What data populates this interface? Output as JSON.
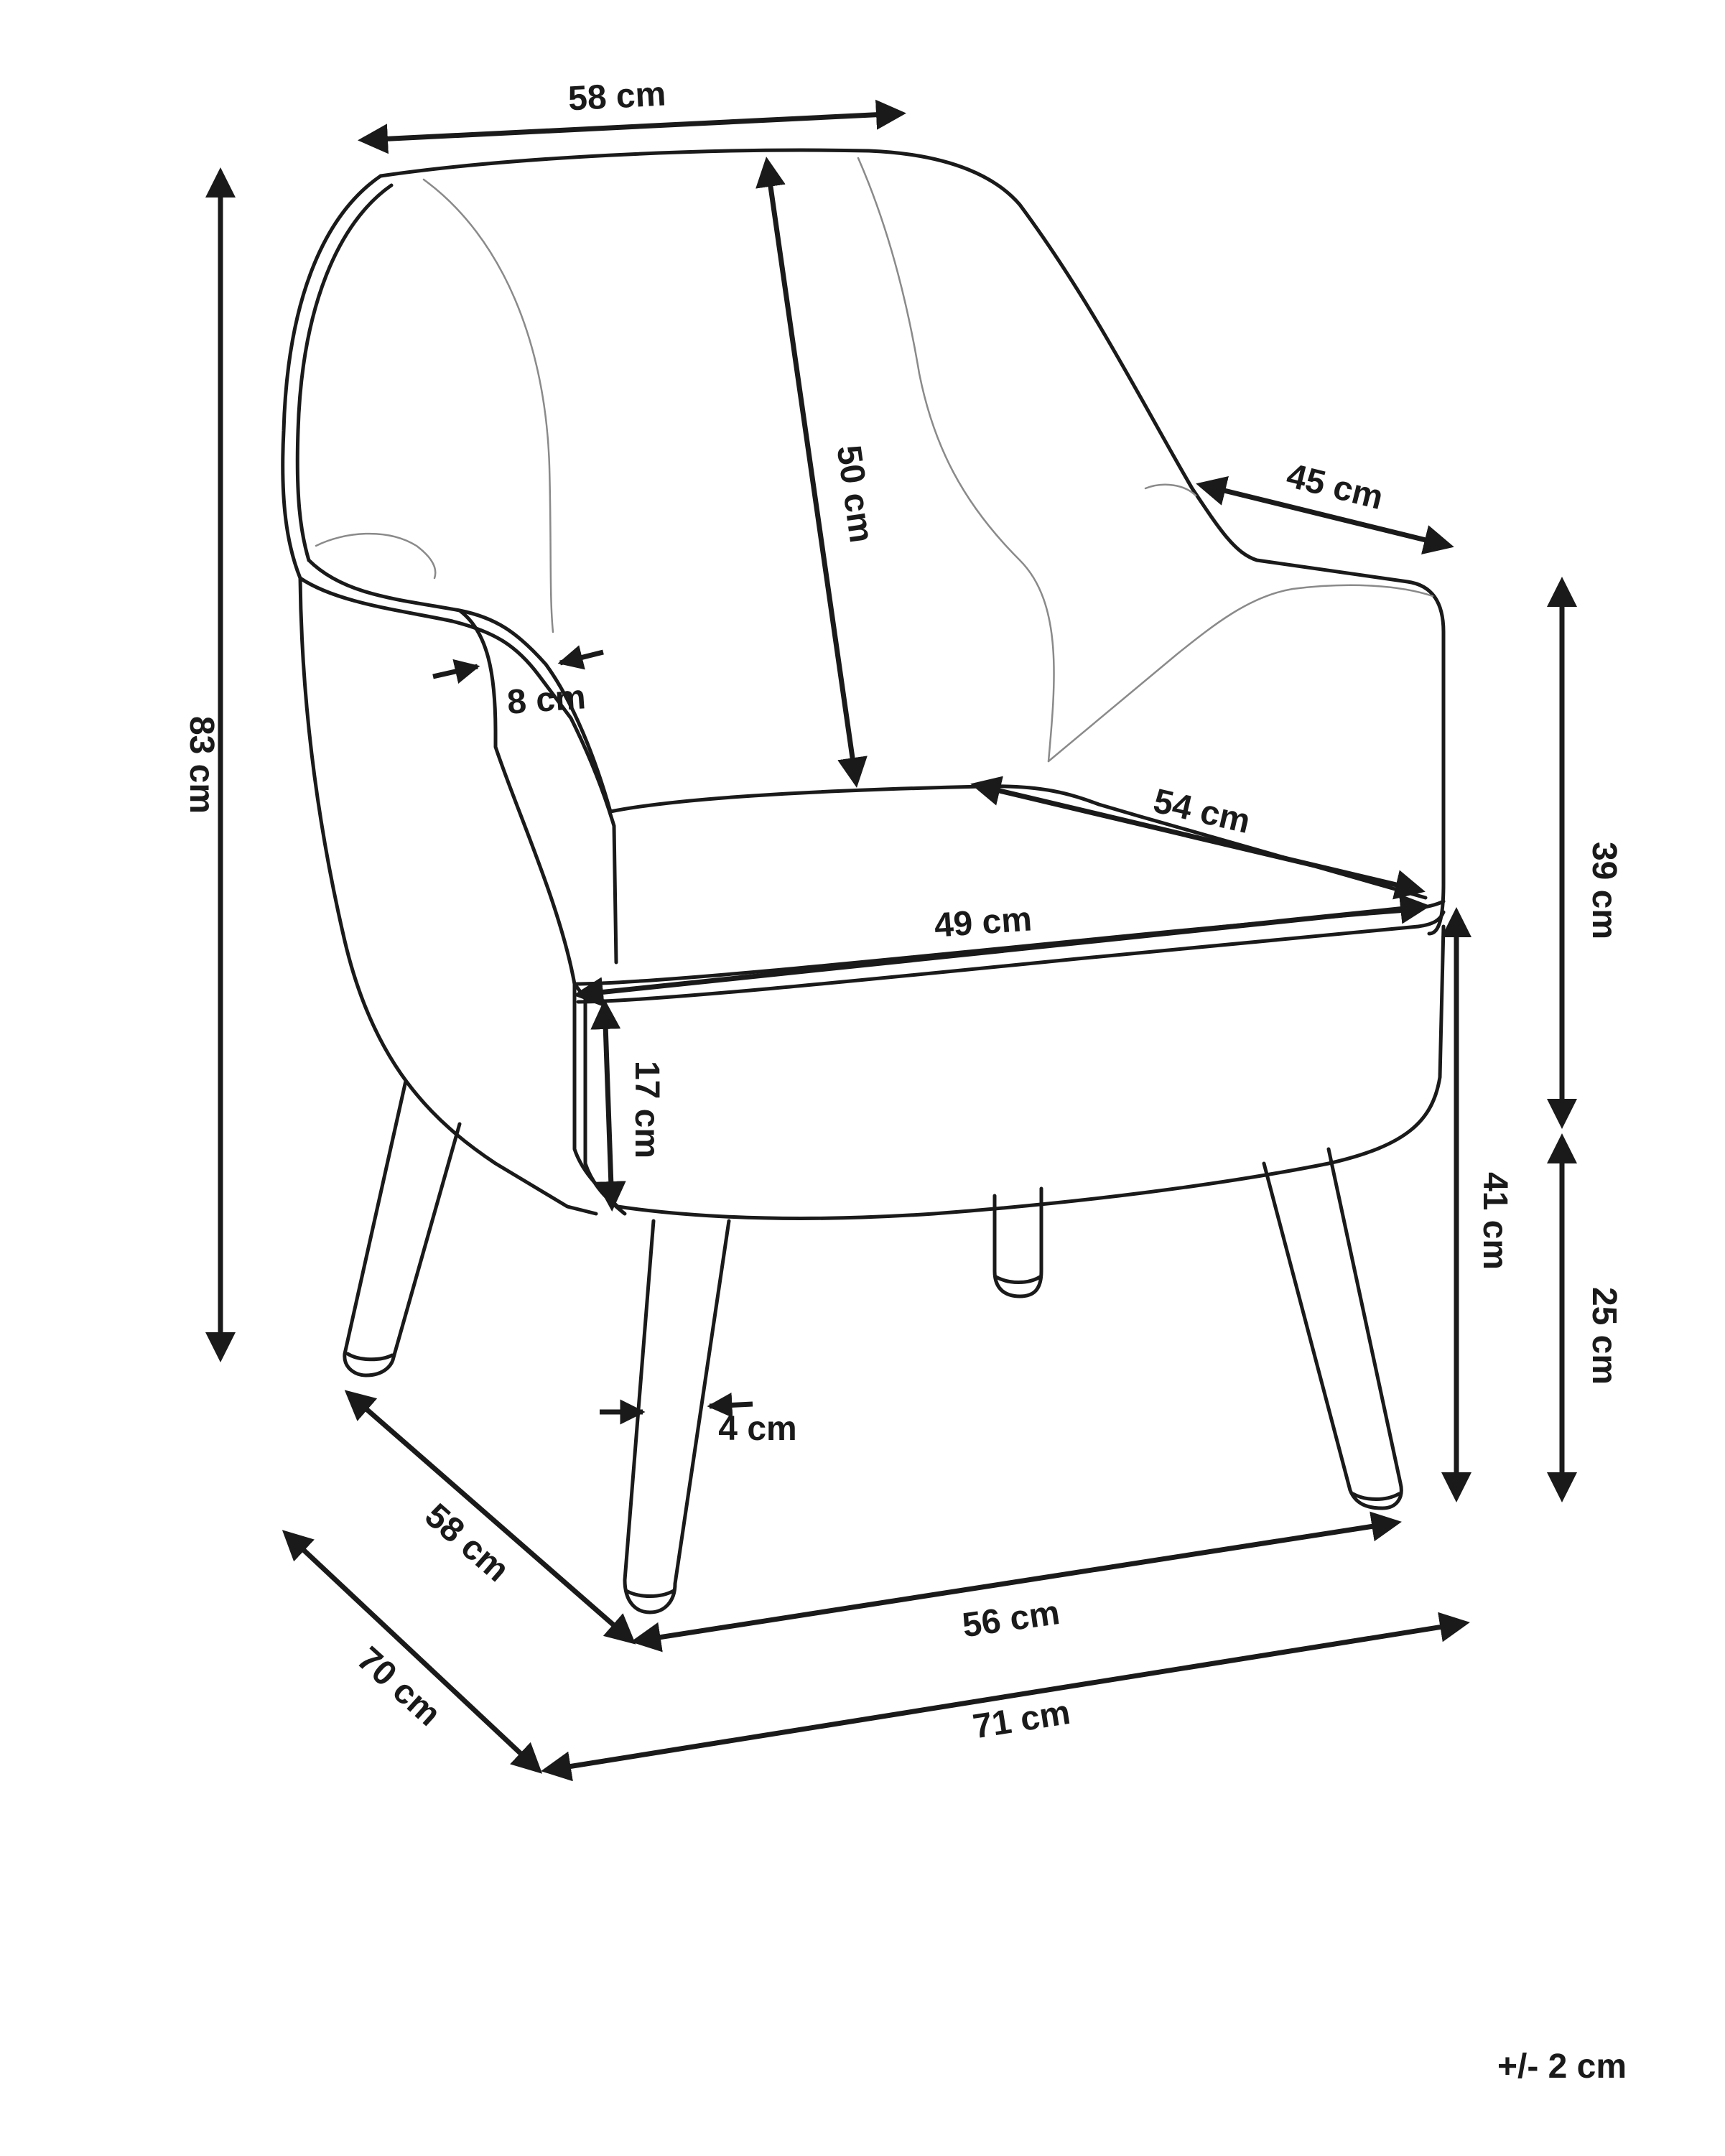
{
  "dimensions": {
    "back_width": "58 cm",
    "overall_height": "83 cm",
    "backrest_height": "50 cm",
    "armrest_depth": "45 cm",
    "armrest_width": "8 cm",
    "seat_depth": "54 cm",
    "seat_width": "49 cm",
    "seat_thickness": "17 cm",
    "arm_height": "39 cm",
    "seat_height": "41 cm",
    "leg_height": "25 cm",
    "leg_thickness": "4 cm",
    "base_depth": "58 cm",
    "base_width": "56 cm",
    "overall_depth": "70 cm",
    "overall_width": "71 cm"
  },
  "tolerance": "+/- 2 cm",
  "colors": {
    "line": "#1a1a1a",
    "seam": "#8a8a8a",
    "background": "#ffffff"
  }
}
